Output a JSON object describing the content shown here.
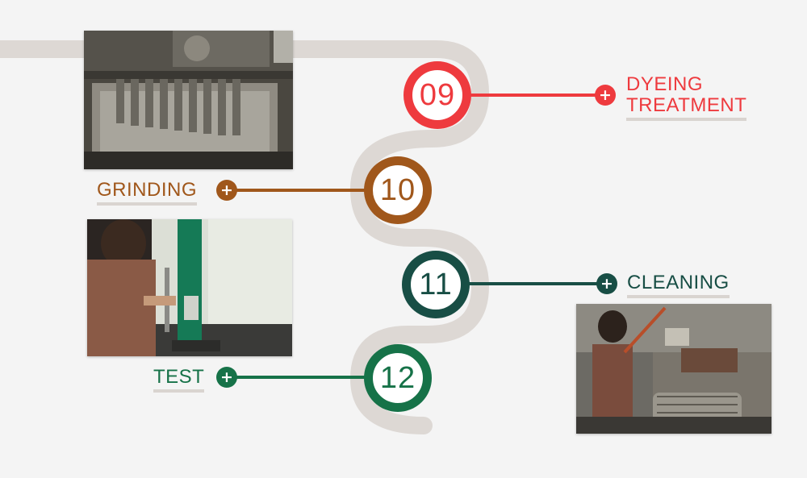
{
  "steps": [
    {
      "number": "09",
      "label_line1": "DYEING",
      "label_line2": "TREATMENT",
      "color": "#ee3a3e"
    },
    {
      "number": "10",
      "label": "GRINDING",
      "color": "#a0571b"
    },
    {
      "number": "11",
      "label": "CLEANING",
      "color": "#184e45"
    },
    {
      "number": "12",
      "label": "TEST",
      "color": "#167248"
    }
  ],
  "colors": {
    "background": "#f4f4f4",
    "path": "#ddd8d4",
    "underline": "#d9d4d0"
  },
  "icons": {
    "connector": "plus-icon"
  },
  "photos": [
    "dyeing-machine-photo",
    "height-gauge-test-photo",
    "cleaning-machine-photo"
  ]
}
